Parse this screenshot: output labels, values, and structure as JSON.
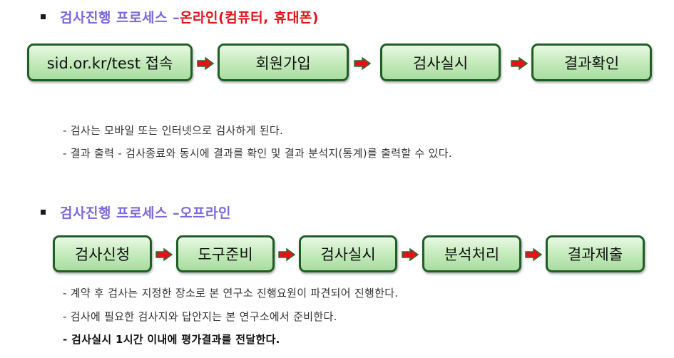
{
  "online": {
    "heading_main": "검사진행 프로세스 –",
    "heading_accent": "온라인(컴퓨터, 휴대폰)",
    "steps": [
      "sid.or.kr/test 접속",
      "회원가입",
      "검사실시",
      "결과확인"
    ],
    "notes": [
      "- 검사는 모바일 또는 인터넷으로 검사하게 된다.",
      "- 결과 출력 - 검사종료와 동시에 결과를 확인 및 결과 분석지(통계)를 출력할 수 있다."
    ]
  },
  "offline": {
    "heading_main": "검사진행 프로세스 –오프라인",
    "steps": [
      "검사신청",
      "도구준비",
      "검사실시",
      "분석처리",
      "결과제출"
    ],
    "notes": [
      "- 계약 후 검사는 지정한 장소로  본 연구소 진행요원이 파견되어 진행한다.",
      "- 검사에 필요한 검사지와 답안지는  본 연구소에서 준비한다.",
      "- 검사실시 1시간 이내에 평가결과를 전달한다."
    ]
  },
  "colors": {
    "heading": "#7b68e0",
    "accent": "#e8101a",
    "step_border": "#1f5e24",
    "step_fill": "#c8ecbf",
    "arrow_fill": "#e8101a",
    "arrow_stroke": "#2a6e2a"
  },
  "icons": [
    "bullet-square-icon",
    "arrow-right-icon"
  ]
}
